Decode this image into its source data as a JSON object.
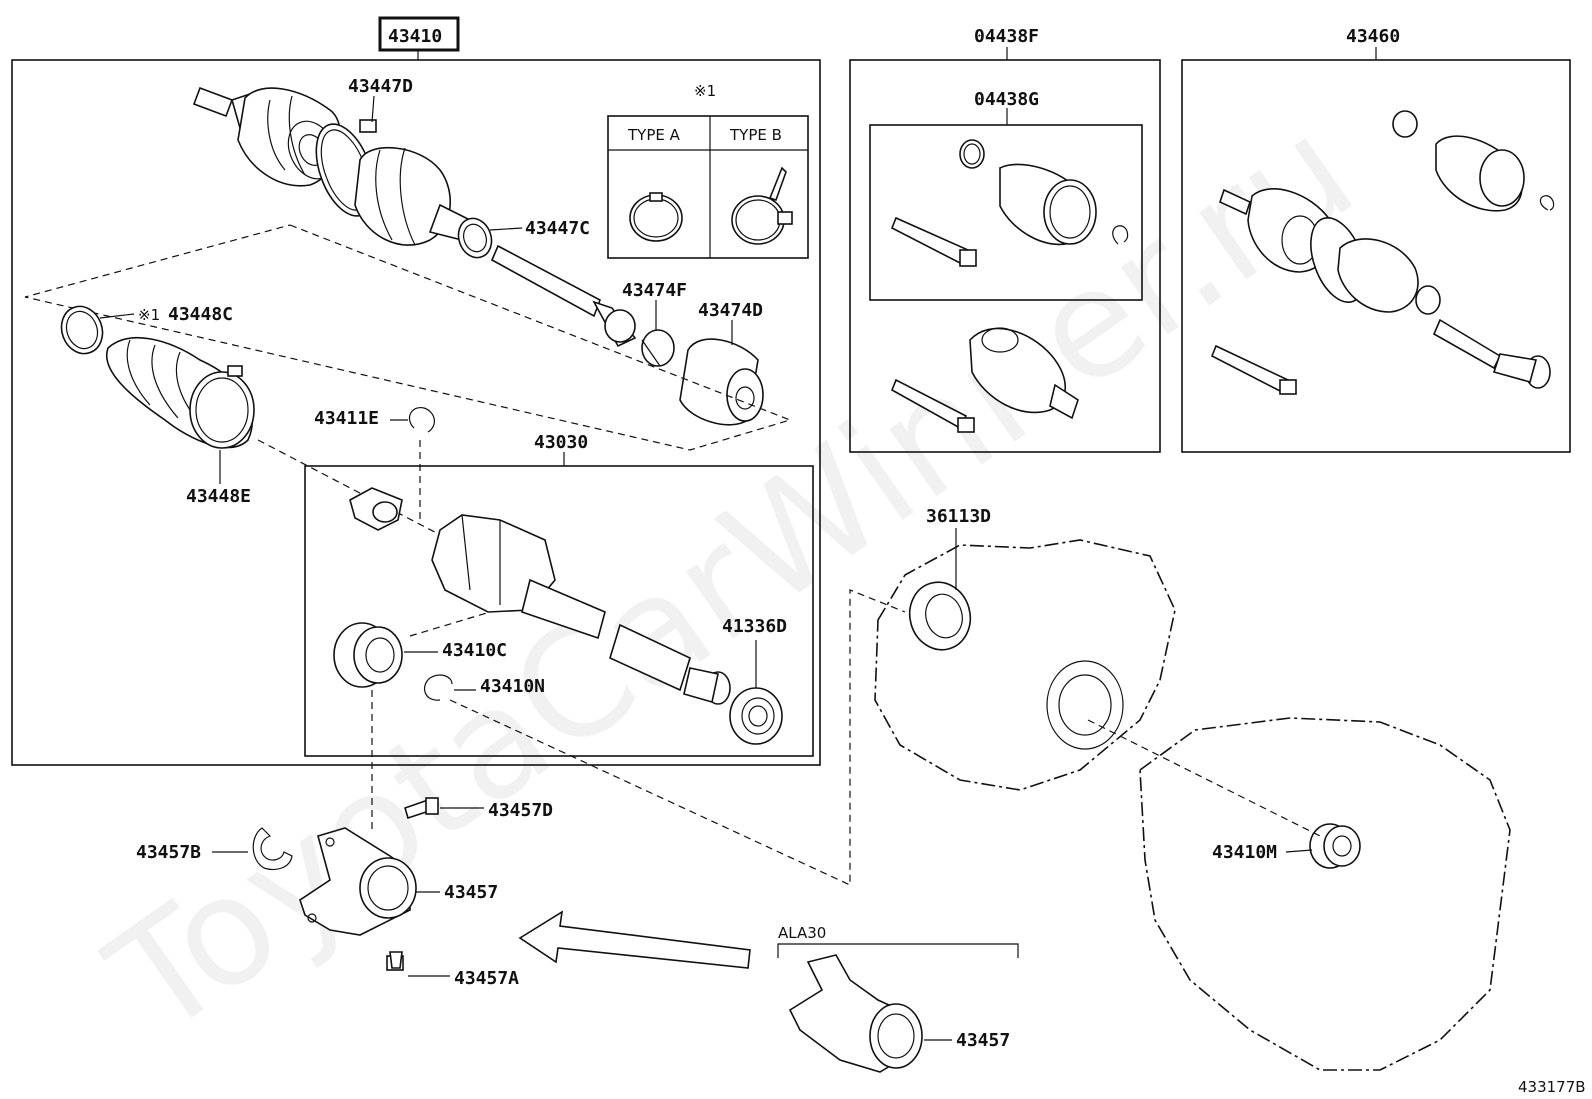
{
  "watermark": "ToyotaCarWinner.ru",
  "diagram_id": "433177B",
  "type_table": {
    "note": "※1",
    "type_a": "TYPE A",
    "type_b": "TYPE B"
  },
  "variant_label": "ALA30",
  "labels": {
    "p43410": "43410",
    "p04438F": "04438F",
    "p43460": "43460",
    "p04438G": "04438G",
    "p43447D": "43447D",
    "p43447C": "43447C",
    "p43448C": "43448C",
    "p43448C_note": "※1",
    "p43448E": "43448E",
    "p43474F": "43474F",
    "p43474D": "43474D",
    "p43411E": "43411E",
    "p43030": "43030",
    "p43410C": "43410C",
    "p43410N": "43410N",
    "p41336D": "41336D",
    "p36113D": "36113D",
    "p43457D": "43457D",
    "p43457B": "43457B",
    "p43457": "43457",
    "p43457A": "43457A",
    "p43457_ala30": "43457",
    "p43410M": "43410M"
  }
}
